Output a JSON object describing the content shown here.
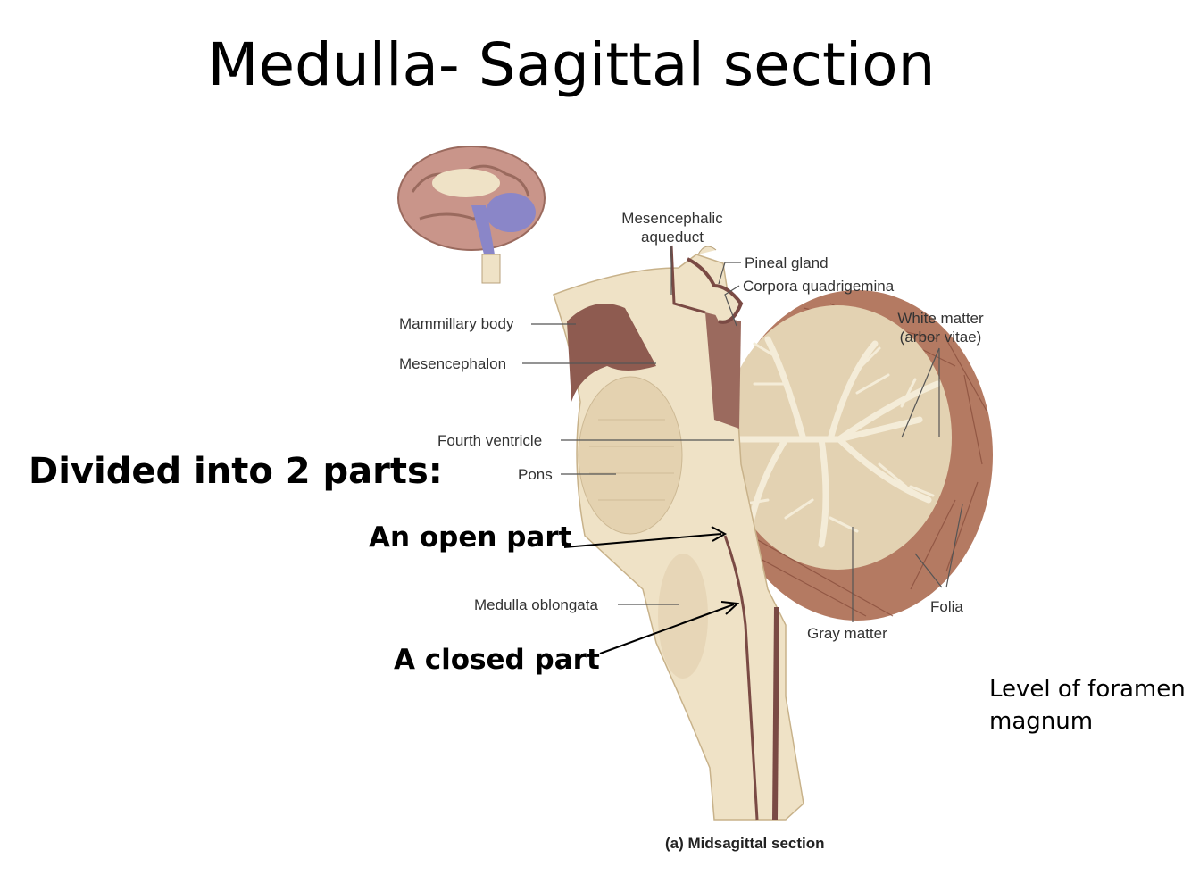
{
  "slide": {
    "title": "Medulla- Sagittal section",
    "divided": "Divided into 2 parts:",
    "open_part": "An open part",
    "closed_part": "A closed part",
    "foramen_line1": "Level of foramen",
    "foramen_line2": "magnum"
  },
  "figure": {
    "labels": {
      "mesencephalic_aqueduct_1": "Mesencephalic",
      "mesencephalic_aqueduct_2": "aqueduct",
      "pineal_gland": "Pineal gland",
      "corpora_quadrigemina": "Corpora quadrigemina",
      "white_matter_1": "White matter",
      "white_matter_2": "(arbor vitae)",
      "mammillary_body": "Mammillary body",
      "mesencephalon": "Mesencephalon",
      "fourth_ventricle": "Fourth ventricle",
      "pons": "Pons",
      "medulla_oblongata": "Medulla oblongata",
      "gray_matter": "Gray matter",
      "folia": "Folia"
    },
    "caption": "(a) Midsagittal section"
  },
  "colors": {
    "tissue_light": "#efe2c6",
    "tissue_mid": "#e4d2b0",
    "cerebellum_outer": "#b47a62",
    "cerebellum_dark": "#8a4f3d",
    "ventricle": "#7a4a44",
    "brain_pink": "#c9958a",
    "brainstem_purple": "#8a86c8"
  }
}
